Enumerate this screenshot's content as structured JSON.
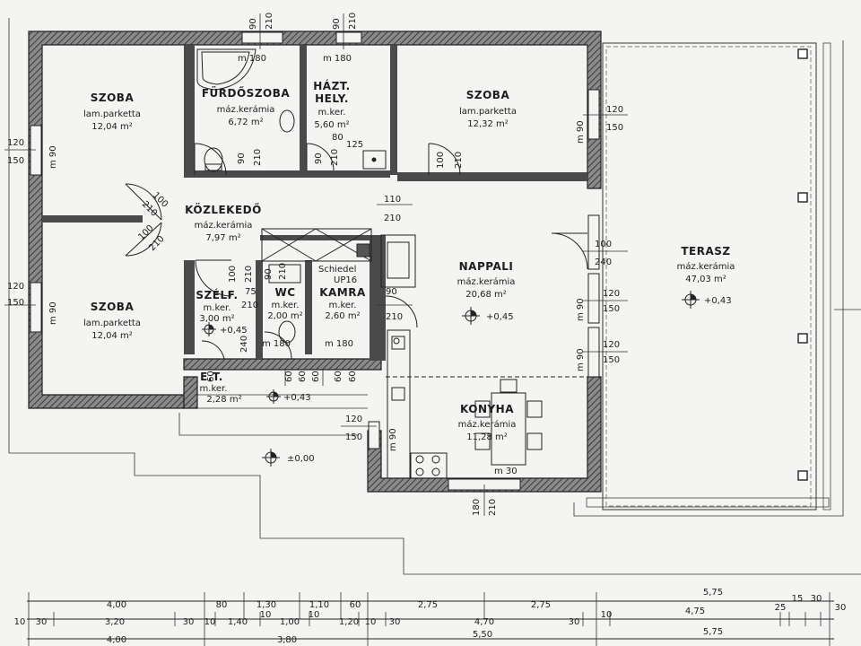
{
  "rooms": [
    {
      "id": "szoba1",
      "name": "SZOBA",
      "floor": "lam.parketta",
      "area": "12,04 m²"
    },
    {
      "id": "furdo",
      "name": "FÜRDŐSZOBA",
      "floor": "máz.kerámia",
      "area": "6,72 m²"
    },
    {
      "id": "haztb",
      "name": "HÁZT.",
      "name2": "HELY.",
      "floor": "m.ker.",
      "area": "5,60 m²"
    },
    {
      "id": "szoba2",
      "name": "SZOBA",
      "floor": "lam.parketta",
      "area": "12,32 m²"
    },
    {
      "id": "kozl",
      "name": "KÖZLEKEDŐ",
      "floor": "máz.kerámia",
      "area": "7,97 m²"
    },
    {
      "id": "szoba3",
      "name": "SZOBA",
      "floor": "lam.parketta",
      "area": "12,04 m²"
    },
    {
      "id": "szelf",
      "name": "SZÉLF.",
      "floor": "m.ker.",
      "area": "3,00 m²"
    },
    {
      "id": "wc",
      "name": "WC",
      "floor": "m.ker.",
      "area": "2,00 m²"
    },
    {
      "id": "kamra",
      "name": "KAMRA",
      "floor": "m.ker.",
      "area": "2,60 m²"
    },
    {
      "id": "nappali",
      "name": "NAPPALI",
      "floor": "máz.kerámia",
      "area": "20,68 m²"
    },
    {
      "id": "konyha",
      "name": "KONYHA",
      "floor": "máz.kerámia",
      "area": "11,28 m²"
    },
    {
      "id": "terasz",
      "name": "TERASZ",
      "floor": "máz.kerámia",
      "area": "47,03 m²"
    },
    {
      "id": "et",
      "name": "E.T.",
      "floor": "m.ker.",
      "area": "2,28 m²"
    }
  ],
  "levels": {
    "nappali": "+0,45",
    "szelf": "+0,45",
    "terasz": "+0,43",
    "et": "+0,43",
    "ground": "±0,00"
  },
  "labels": {
    "schiedel": "Schiedel",
    "up16": "UP16"
  },
  "openings": {
    "m180_a": "m 180",
    "m180_b": "m 180",
    "m180_c": "m 180",
    "m180_d": "m 180",
    "m90_left1": "m 90",
    "m90_left2": "m 90",
    "m90_right1": "m 90",
    "m90_right2": "m 90",
    "m90_right3": "m 90",
    "m90_kitchen": "m 90",
    "m30": "m 30",
    "w120_l1": "120",
    "w150_l1": "150",
    "w120_l2": "120",
    "w150_l2": "150",
    "w120_r1": "120",
    "w150_r1": "150",
    "w120_r2": "120",
    "w150_r2": "150",
    "w120_r3": "120",
    "w150_r3": "150",
    "w120_et": "120",
    "w150_et": "150",
    "d100_240": "100",
    "d240": "240",
    "d110": "110",
    "d210_k": "210",
    "d80": "80",
    "d125": "125",
    "d100_a": "100",
    "d210_a": "210",
    "d100_b": "100",
    "d210_b": "210",
    "d90_210_1": "90",
    "d210_1": "210",
    "d90_210_2": "90",
    "d210_2": "210",
    "d100_210_3": "100",
    "d210_3": "210",
    "d100_sz": "100",
    "d210_sz": "210",
    "d75": "75",
    "d90_w": "90",
    "d210_w": "210",
    "d60_1": "60",
    "d60_2": "60",
    "d60_3": "60",
    "d60_4": "60",
    "d60_5": "60",
    "d60_6": "60",
    "d90_k": "90",
    "d210_kk": "210",
    "d180_b": "180",
    "d210_b2": "210",
    "d90_top1": "90",
    "d210_top1": "210",
    "d90_top2": "90",
    "d210_top2": "210",
    "d210_szf": "210",
    "d240_szf": "240"
  },
  "dimensions": {
    "row1": [
      "4,00",
      "80",
      "1,30",
      "1,10",
      "60",
      "2,75",
      "2,75",
      "5,75"
    ],
    "row2": [
      "10",
      "30",
      "3,20",
      "30",
      "10",
      "1,40",
      "10",
      "1,00",
      "10",
      "1,20",
      "10",
      "30",
      "4,70",
      "30",
      "10",
      "4,75",
      "25",
      "15",
      "30",
      "30"
    ],
    "row3": [
      "4,00",
      "3,80",
      "5,50",
      "5,75"
    ]
  }
}
